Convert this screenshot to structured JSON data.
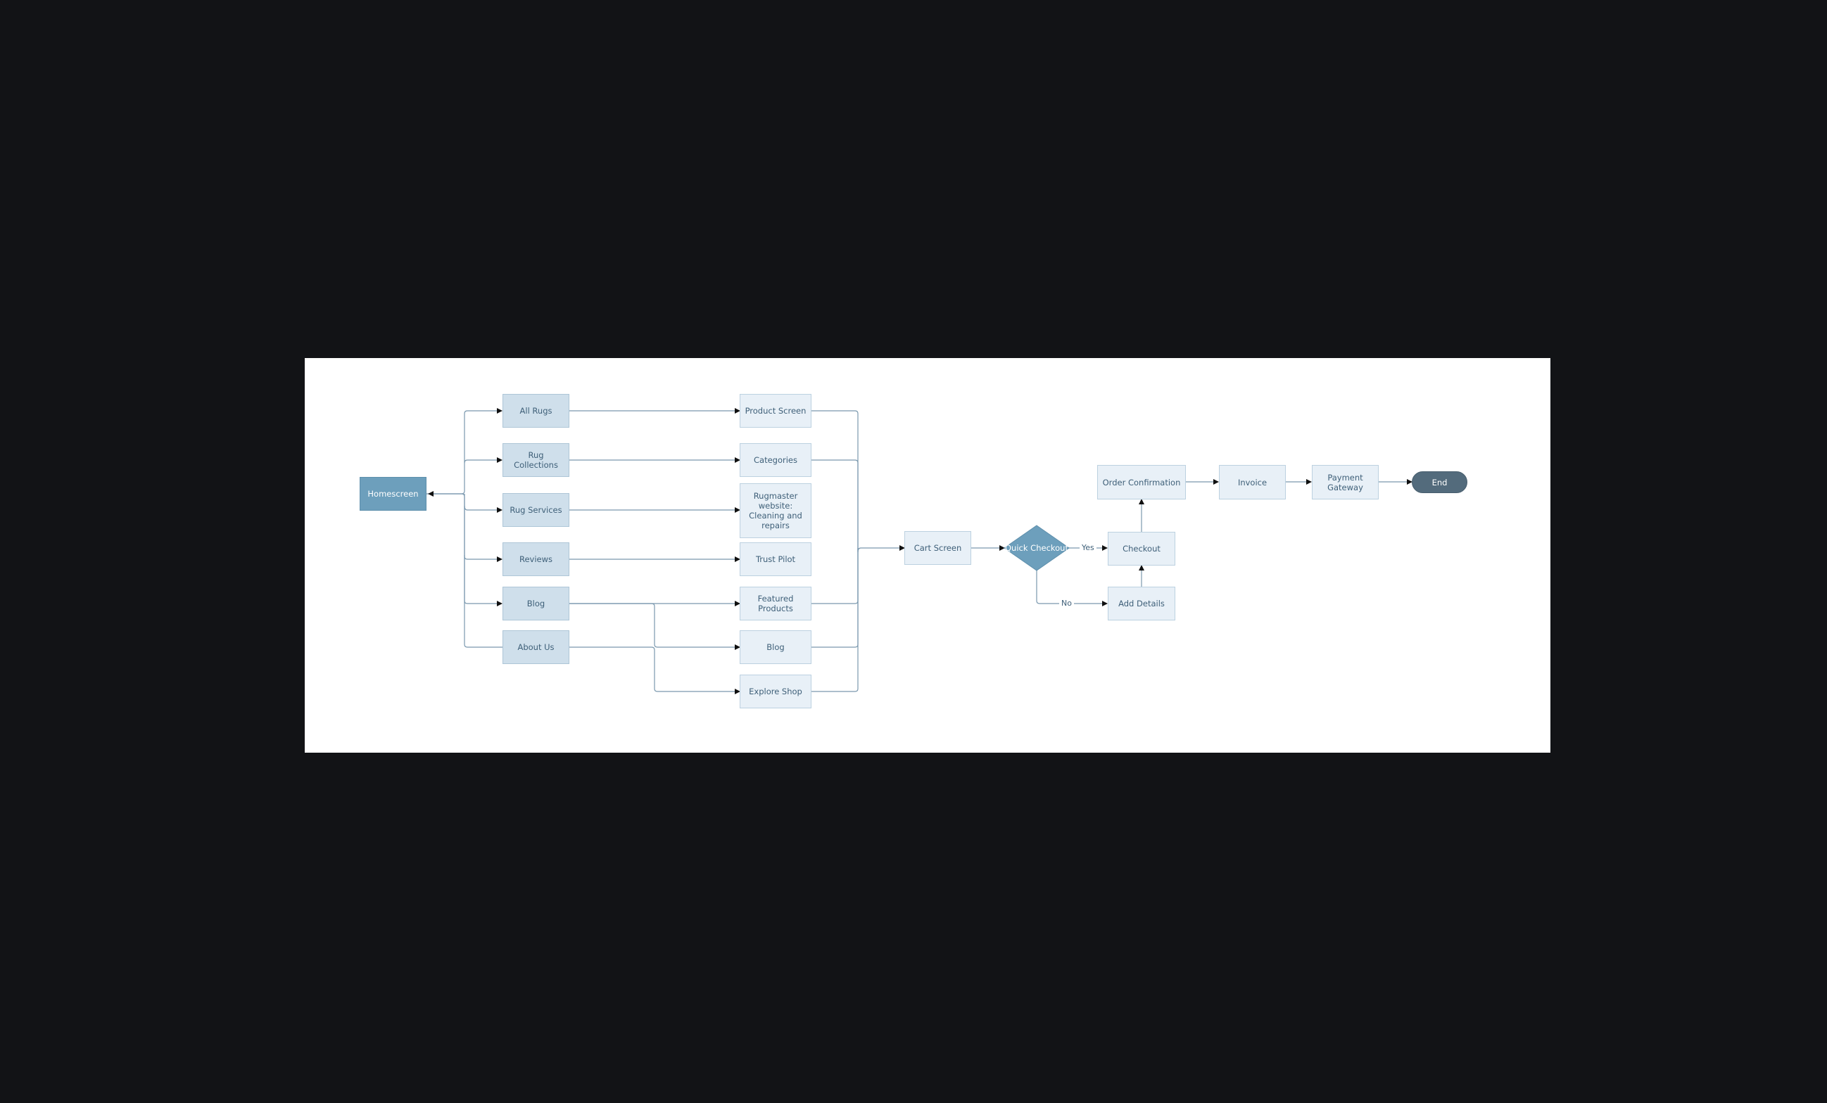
{
  "diagram": {
    "nodes": {
      "homescreen": "Homescreen",
      "all_rugs": "All Rugs",
      "rug_collections": "Rug Collections",
      "rug_services": "Rug Services",
      "reviews": "Reviews",
      "blog_left": "Blog",
      "about_us": "About Us",
      "product_screen": "Product Screen",
      "categories": "Categories",
      "rugmaster": "Rugmaster website: Cleaning and repairs",
      "trust_pilot": "Trust Pilot",
      "featured_products": "Featured Products",
      "blog_right": "Blog",
      "explore_shop": "Explore Shop",
      "cart_screen": "Cart Screen",
      "quick_checkout": "Quick Checkout",
      "checkout": "Checkout",
      "add_details": "Add Details",
      "order_confirmation": "Order Confirmation",
      "invoice": "Invoice",
      "payment_gateway": "Payment Gateway",
      "end": "End"
    },
    "edge_labels": {
      "yes": "Yes",
      "no": "No"
    },
    "colors": {
      "background": "#121316",
      "canvas": "#ffffff",
      "homescreen_fill": "#6d9fbc",
      "category_fill": "#cfdfeb",
      "screen_fill": "#e8f0f7",
      "decision_fill": "#6d9fbc",
      "end_fill": "#536b7c",
      "connector": "#7a98ae"
    }
  }
}
